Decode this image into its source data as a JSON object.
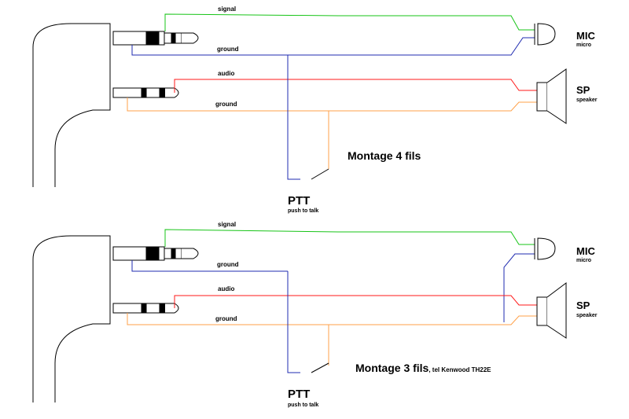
{
  "colors": {
    "signal": "#17c417",
    "ground_mic": "#1f2bb0",
    "audio": "#ff1a1a",
    "ground_speaker": "#ffa14a",
    "outline": "#000000"
  },
  "diagrams": [
    {
      "wire_labels": {
        "signal": "signal",
        "ground_mic": "ground",
        "audio": "audio",
        "ground_speaker": "ground"
      },
      "mic": {
        "label": "MIC",
        "sublabel": "micro"
      },
      "speaker": {
        "label": "SP",
        "sublabel": "speaker"
      },
      "ptt": {
        "label": "PTT",
        "sublabel": "push to talk"
      },
      "title": "Montage 4 fils",
      "title_suffix": ""
    },
    {
      "wire_labels": {
        "signal": "signal",
        "ground_mic": "ground",
        "audio": "audio",
        "ground_speaker": "ground"
      },
      "mic": {
        "label": "MIC",
        "sublabel": "micro"
      },
      "speaker": {
        "label": "SP",
        "sublabel": "speaker"
      },
      "ptt": {
        "label": "PTT",
        "sublabel": "push to talk"
      },
      "title": "Montage 3 fils",
      "title_suffix": ", tel Kenwood TH22E"
    }
  ]
}
